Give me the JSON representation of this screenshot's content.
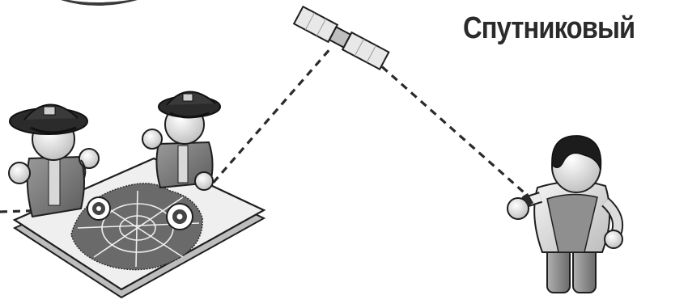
{
  "title": "Спутниковый",
  "colors": {
    "ink": "#1e1e1e",
    "body_gray": "#8a8a8a",
    "light_gray": "#cfcfcf",
    "map_paper": "#ececec",
    "satellite": "#e4e4e4"
  },
  "icons": [
    "satellite-icon",
    "officer-figure",
    "map-board",
    "phone-user-figure"
  ]
}
